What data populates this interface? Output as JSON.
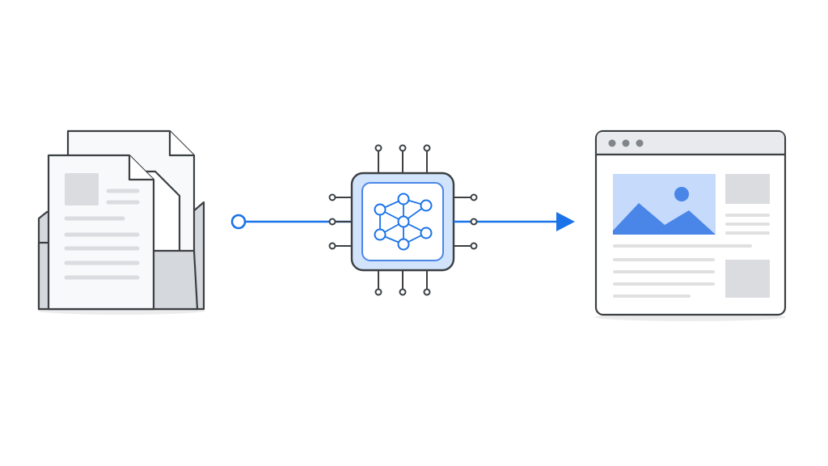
{
  "diagram": {
    "nodes": [
      {
        "id": "documents",
        "icon": "document-folder-icon"
      },
      {
        "id": "processor",
        "icon": "neural-network-chip-icon"
      },
      {
        "id": "webpage",
        "icon": "browser-window-icon"
      }
    ],
    "edges": [
      {
        "from": "documents",
        "to": "processor",
        "start_marker": "circle",
        "end_marker": "none"
      },
      {
        "from": "processor",
        "to": "webpage",
        "start_marker": "none",
        "end_marker": "arrow"
      }
    ]
  },
  "colors": {
    "outline": "#3c4043",
    "accent": "#1a73e8",
    "accent_light": "#d2e3fc",
    "accent_image_bg": "#c6dafc",
    "mountain": "#4a86e8",
    "gray_fill": "#dadce0",
    "gray_line": "#e0e0e0",
    "paper": "#f8f9fa",
    "folder": "#d5d8dd",
    "shadow": "#ececec",
    "browser_bar": "#e8eaed",
    "dot": "#80868b"
  }
}
